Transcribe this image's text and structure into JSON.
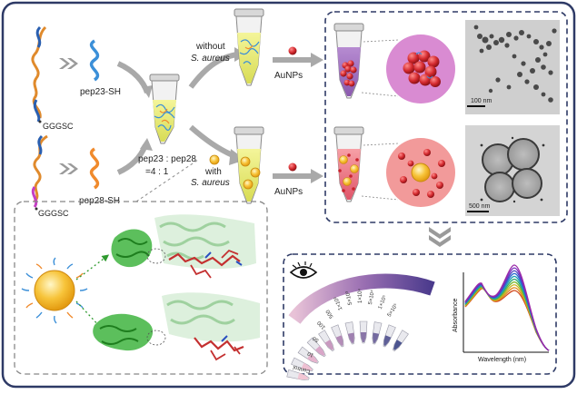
{
  "labels": {
    "seq_top": "GGGSC",
    "seq_bottom": "GGGSC",
    "pep23": "pep23-SH",
    "pep28": "pep28-SH",
    "ratio_line1": "pep23 : pep28",
    "ratio_line2": "=4 : 1",
    "without_line1": "without",
    "without_line2": "S. aureus",
    "with_line1": "with",
    "with_line2": "S. aureus",
    "aunps_top": "AuNPs",
    "aunps_bottom": "AuNPs",
    "scale_top": "100 nm",
    "scale_bottom": "500 nm",
    "control": "Control",
    "dilutions": [
      "10",
      "50",
      "100",
      "500",
      "1×10³",
      "5×10³",
      "1×10⁴",
      "5×10⁴",
      "1×10⁵",
      "5×10⁵"
    ],
    "y_axis": "Absorbance",
    "x_axis": "Wavelength (nm)"
  },
  "colors": {
    "frame": "#2e3a66",
    "gold": "#f5b41e",
    "red": "#c8232c",
    "pep23": "#3b8fd8",
    "pep28": "#f08a2c",
    "green": "#3aa83a",
    "pink_circle": "#d98bd2",
    "salmon_circle": "#f29a9a"
  },
  "spectra_colors": [
    "#d24a1f",
    "#e08a1a",
    "#c9b21e",
    "#7bb82e",
    "#2ea86f",
    "#1f9fb8",
    "#2b6ad0",
    "#4b3fbf",
    "#7a2ec0",
    "#9b2aa8"
  ]
}
